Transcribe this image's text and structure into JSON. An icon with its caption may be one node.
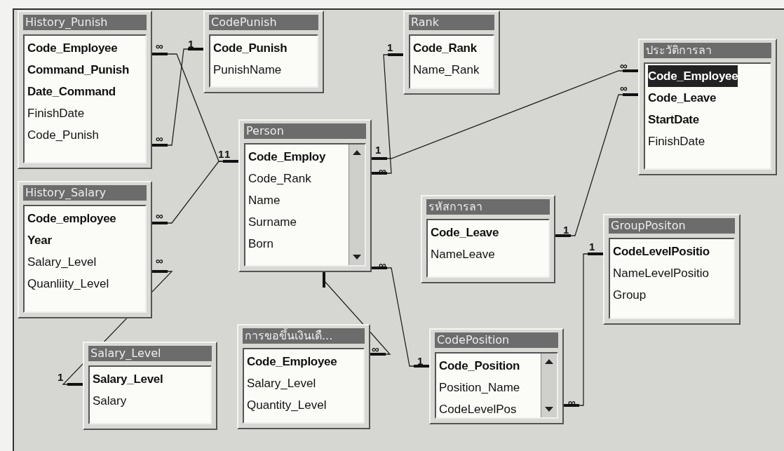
{
  "diagram": {
    "nodes": [
      {
        "text": [
          "History_Punish",
          "Code_Employee",
          "Command_Punish",
          "Date_Command",
          "FinishDate",
          "Code_Punish"
        ]
      },
      {
        "text": [
          "CodePunish",
          "Code_Punish",
          "PunishName"
        ]
      },
      {
        "text": [
          "Rank",
          "Code_Rank",
          "Name_Rank"
        ]
      },
      {
        "text": [
          "ประวัติการลา",
          "Code_Employee",
          "Code_Leave",
          "StartDate",
          "FinishDate"
        ]
      },
      {
        "text": [
          "Person",
          "Code_Employ",
          "Code_Rank",
          "Name",
          "Surname",
          "Born"
        ]
      },
      {
        "text": [
          "History_Salary",
          "Code_employee",
          "Year",
          "Salary_Level",
          "Quanliity_Level"
        ]
      },
      {
        "text": [
          "รหัสการลา",
          "Code_Leave",
          "NameLeave"
        ]
      },
      {
        "text": [
          "GroupPositon",
          "CodeLevelPositio",
          "NameLevelPositio",
          "Group"
        ]
      },
      {
        "text": [
          "Salary_Level",
          "Salary_Level",
          "Salary"
        ]
      },
      {
        "text": [
          "การขอขึ้นเงินเดื...",
          "Code_Employee",
          "Salary_Level",
          "Quantity_Level"
        ]
      },
      {
        "text": [
          "CodePosition",
          "Code_Position",
          "Position_Name",
          "CodeLevelPos"
        ]
      }
    ],
    "edges": [
      {
        "from": 4,
        "to": 0,
        "arrow": "other"
      },
      {
        "from": 1,
        "to": 0,
        "arrow": "other"
      },
      {
        "from": 4,
        "to": 5,
        "arrow": "other"
      },
      {
        "from": 2,
        "to": 4,
        "arrow": "other"
      },
      {
        "from": 4,
        "to": 3,
        "arrow": "other"
      },
      {
        "from": 6,
        "to": 3,
        "arrow": "other"
      },
      {
        "from": 10,
        "to": 4,
        "arrow": "other"
      },
      {
        "from": 7,
        "to": 10,
        "arrow": "other"
      },
      {
        "from": 8,
        "to": 5,
        "arrow": "other"
      },
      {
        "from": 4,
        "to": 9,
        "arrow": "other"
      }
    ],
    "labels": [
      "∞",
      "1",
      "1",
      "∞",
      "∞",
      "∞",
      "1",
      "1",
      "1",
      "∞",
      "∞",
      "∞",
      "1",
      "1",
      "∞",
      "∞",
      "1",
      "1",
      "∞"
    ]
  }
}
